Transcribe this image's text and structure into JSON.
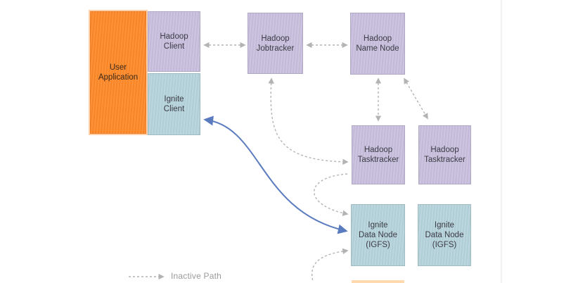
{
  "nodes": {
    "user_application": "User\nApplication",
    "hadoop_client": "Hadoop\nClient",
    "ignite_client": "Ignite\nClient",
    "hadoop_jobtracker": "Hadoop\nJobtracker",
    "hadoop_name_node": "Hadoop\nName Node",
    "hadoop_tasktracker_1": "Hadoop\nTasktracker",
    "hadoop_tasktracker_2": "Hadoop\nTasktracker",
    "ignite_data_node_1": "Ignite\nData Node\n(IGFS)",
    "ignite_data_node_2": "Ignite\nData Node\n(IGFS)"
  },
  "legend": {
    "inactive_path": "Inactive Path"
  },
  "colors": {
    "orange": "#ff8a2a",
    "purple": "#c9c0de",
    "blue": "#b7d4dc",
    "active_link": "#5b7bbf",
    "inactive_link": "#b3b3b3"
  }
}
